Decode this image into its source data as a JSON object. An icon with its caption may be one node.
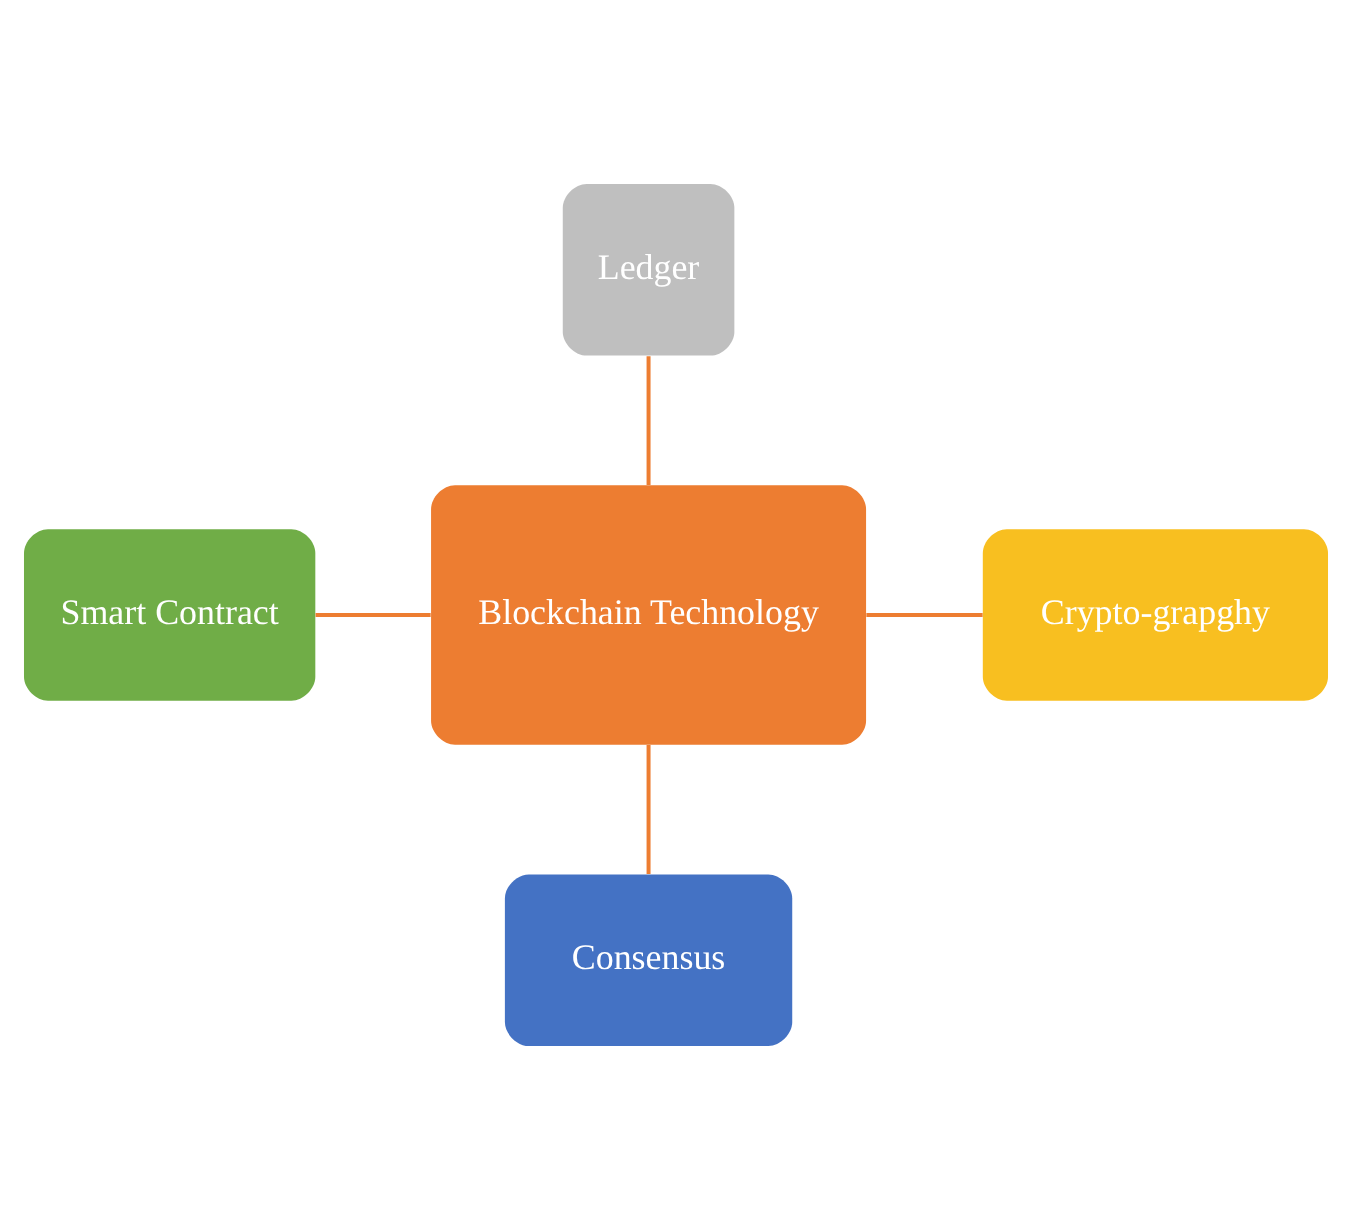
{
  "diagram": {
    "nodes": [
      {
        "text": [
          "Ledger"
        ]
      },
      {
        "text": [
          "Smart Contract"
        ]
      },
      {
        "text": [
          "Blockchain Technology"
        ]
      },
      {
        "text": [
          "Crypto-grapghy"
        ]
      },
      {
        "text": [
          "Consensus"
        ]
      }
    ],
    "edges": [
      {
        "from": 0,
        "to": 2,
        "arrow": "none"
      },
      {
        "from": 1,
        "to": 2,
        "arrow": "none"
      },
      {
        "from": 2,
        "to": 3,
        "arrow": "none"
      },
      {
        "from": 2,
        "to": 4,
        "arrow": "none"
      }
    ]
  }
}
